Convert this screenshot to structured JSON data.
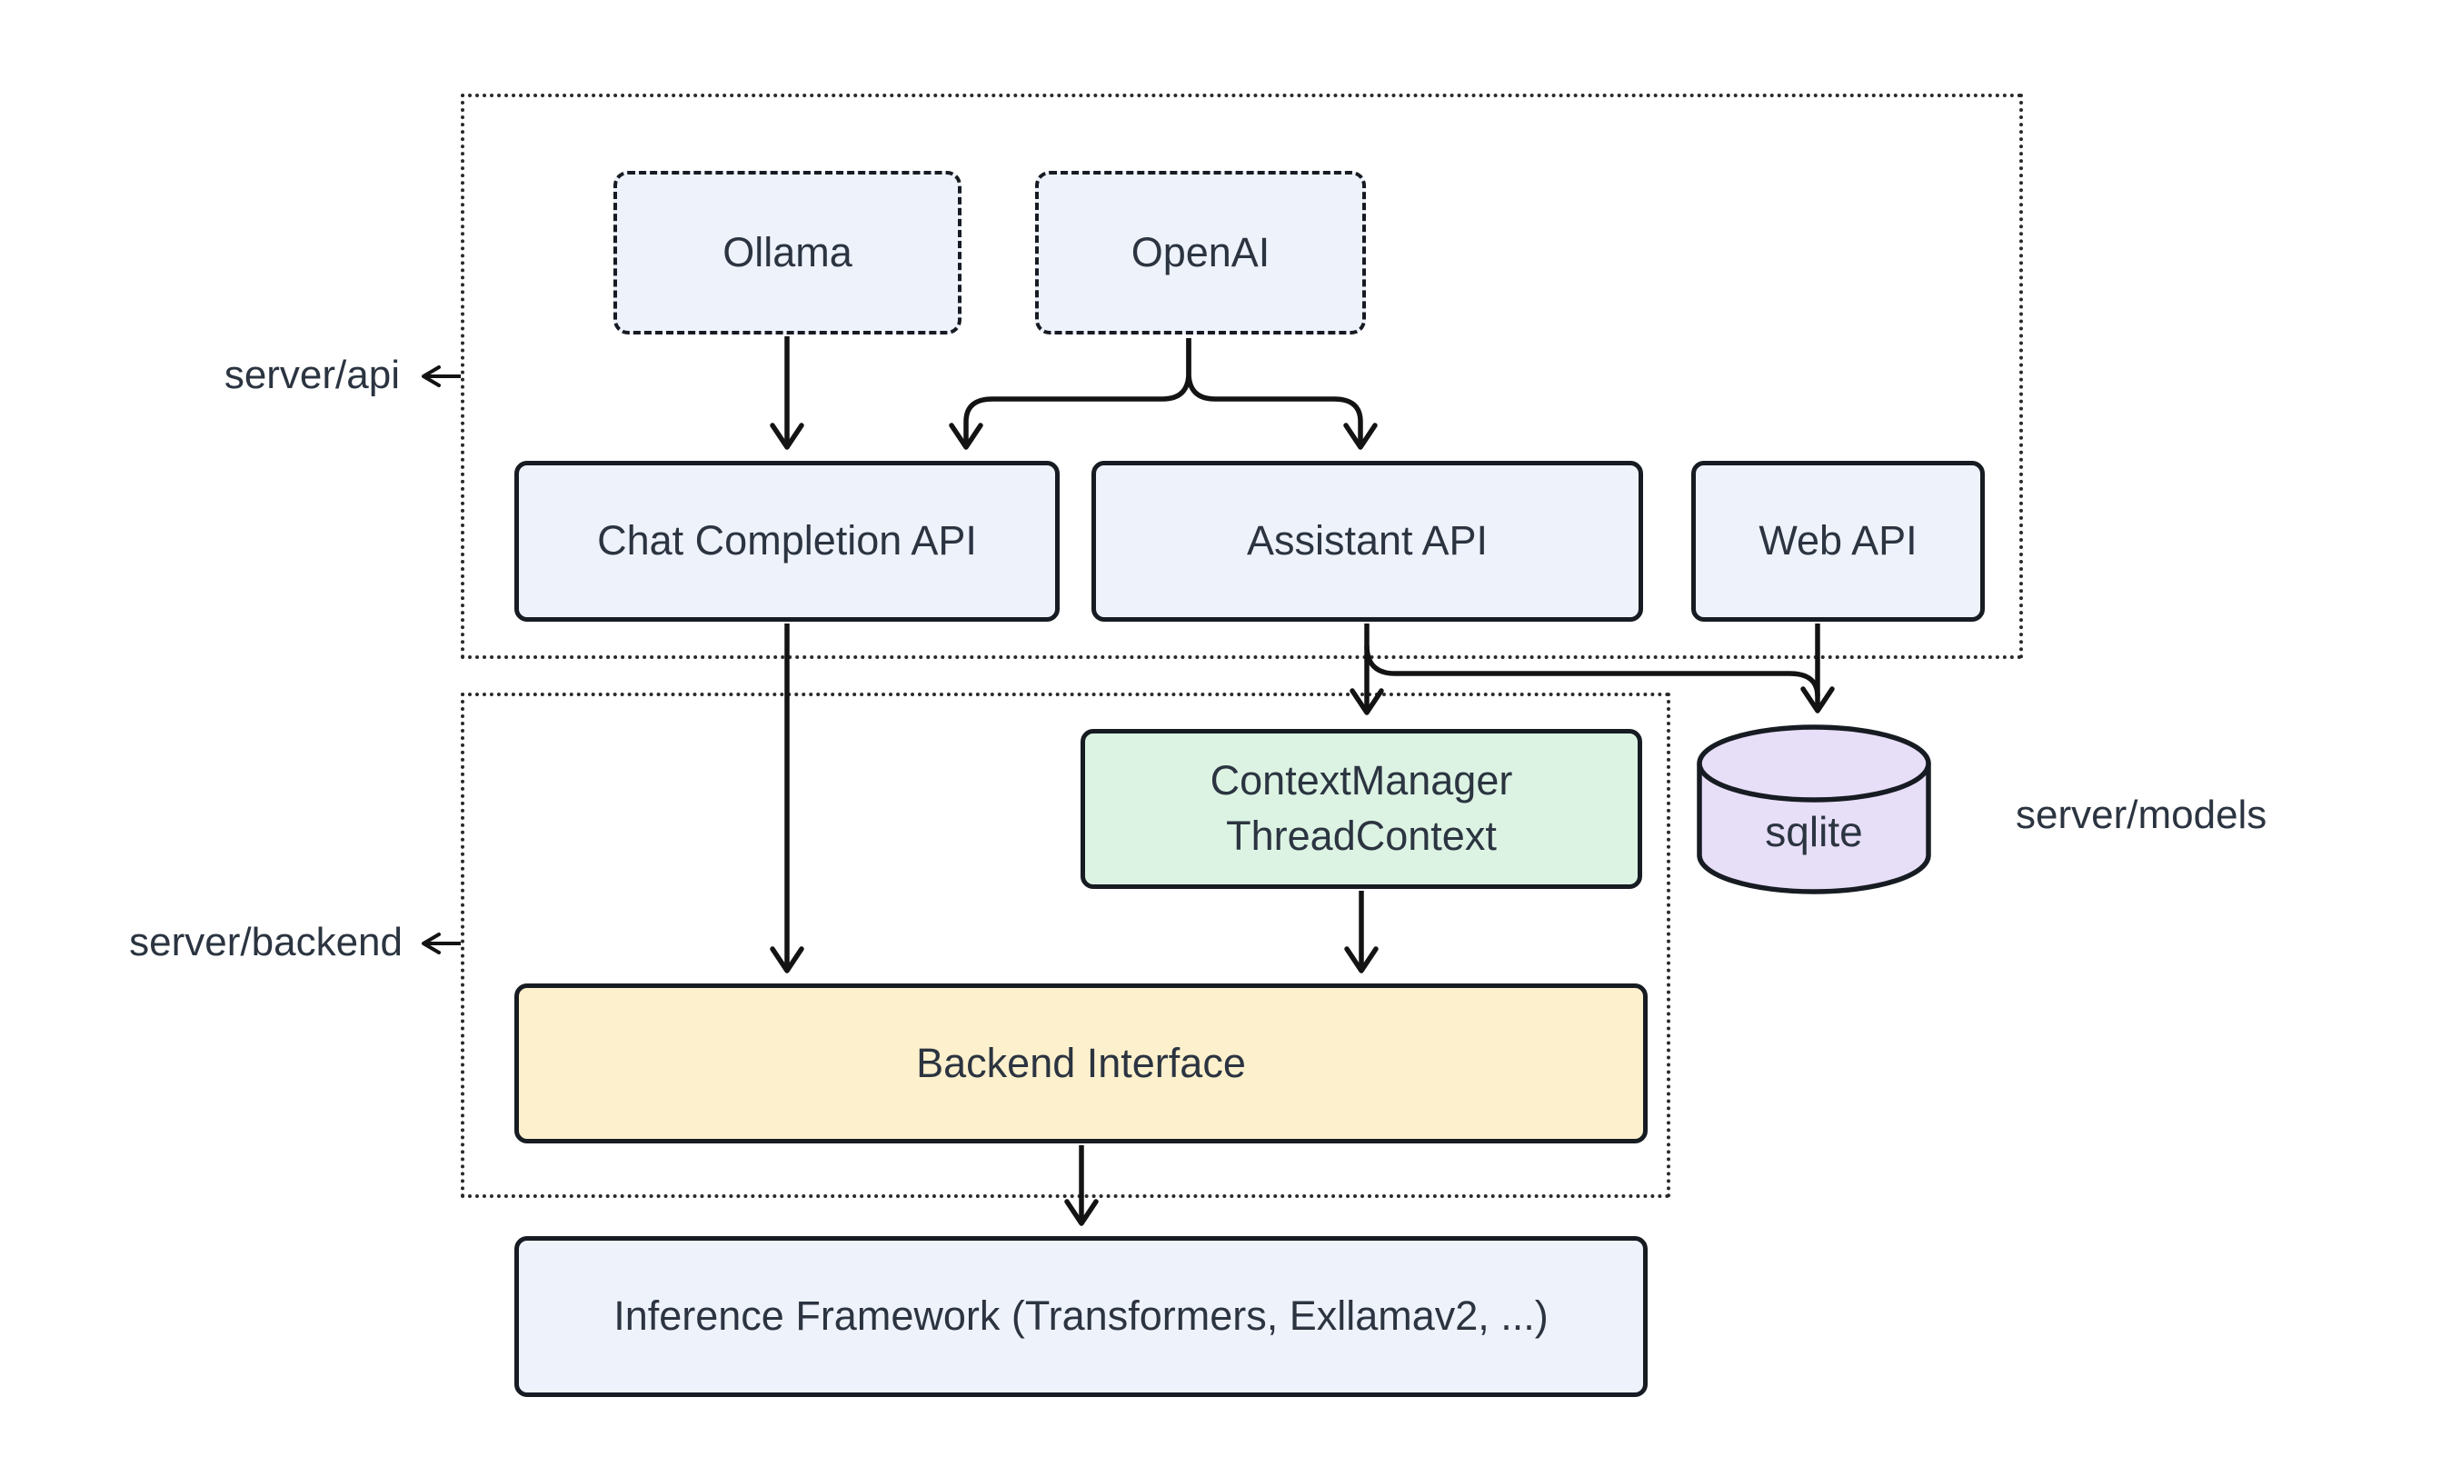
{
  "diagram": {
    "groups": {
      "server_api": {
        "label": "server/api"
      },
      "server_backend": {
        "label": "server/backend"
      }
    },
    "side_labels": {
      "server_models": {
        "label": "server/models"
      }
    },
    "nodes": {
      "ollama": {
        "label": "Ollama",
        "fill": "#eef2fb",
        "border_style": "dashed"
      },
      "openai": {
        "label": "OpenAI",
        "fill": "#eef2fb",
        "border_style": "dashed"
      },
      "chat_completion_api": {
        "label": "Chat Completion API",
        "fill": "#eef2fb",
        "border_style": "solid"
      },
      "assistant_api": {
        "label": "Assistant API",
        "fill": "#eef2fb",
        "border_style": "solid"
      },
      "web_api": {
        "label": "Web API",
        "fill": "#eef2fb",
        "border_style": "solid"
      },
      "context_manager": {
        "label": "ContextManager\nThreadContext",
        "fill": "#dcf3e3",
        "border_style": "solid"
      },
      "sqlite": {
        "label": "sqlite",
        "fill": "#e7def8",
        "shape": "database-cylinder"
      },
      "backend_interface": {
        "label": "Backend Interface",
        "fill": "#fdf0cd",
        "border_style": "solid"
      },
      "inference_framework": {
        "label": "Inference Framework (Transformers, Exllamav2, ...)",
        "fill": "#eef2fb",
        "border_style": "solid"
      }
    },
    "edges": [
      {
        "from": "Ollama",
        "to": "Chat Completion API"
      },
      {
        "from": "OpenAI",
        "to": "Chat Completion API"
      },
      {
        "from": "OpenAI",
        "to": "Assistant API"
      },
      {
        "from": "Assistant API",
        "to": "ContextManager ThreadContext"
      },
      {
        "from": "Assistant API",
        "to": "sqlite"
      },
      {
        "from": "Web API",
        "to": "sqlite"
      },
      {
        "from": "Chat Completion API",
        "to": "Backend Interface"
      },
      {
        "from": "ContextManager ThreadContext",
        "to": "Backend Interface"
      },
      {
        "from": "Backend Interface",
        "to": "Inference Framework (Transformers, Exllamav2, ...)"
      }
    ],
    "colors": {
      "node_blue": "#eef2fb",
      "node_green": "#dcf3e3",
      "node_yellow": "#fdf0cd",
      "node_purple": "#e7def8",
      "line": "#131313",
      "text": "#2b3440",
      "background": "#ffffff"
    }
  }
}
